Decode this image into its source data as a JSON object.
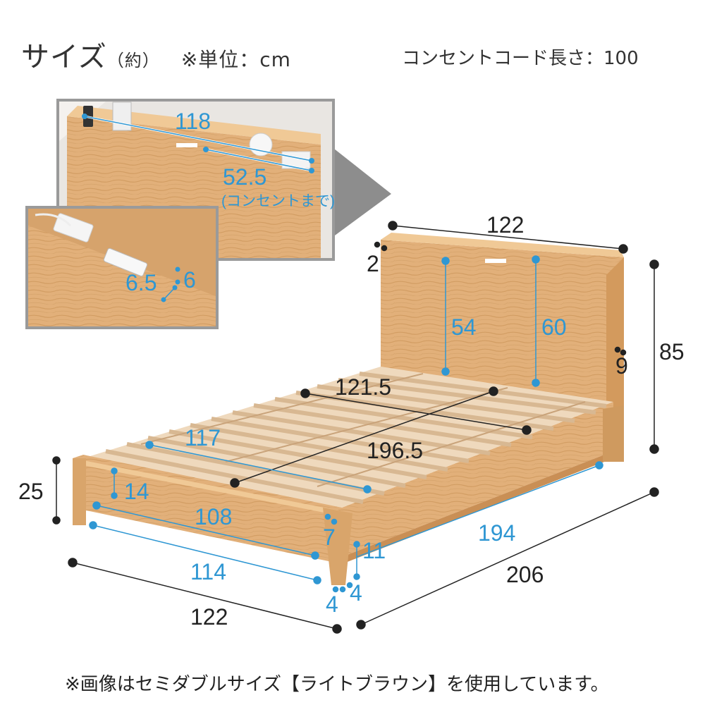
{
  "header": {
    "title": "サイズ",
    "title_sub": "（約）",
    "unit_note": "※単位：cm",
    "cord_length": "コンセントコード長さ：100"
  },
  "footer": {
    "note": "※画像はセミダブルサイズ【ライトブラウン】を使用しています。"
  },
  "dimensions": {
    "headboard_shelf_width": "118",
    "outlet_position": "52.5",
    "outlet_position_note": "(コンセントまで)",
    "slot_width": "6.5",
    "slot_depth": "6",
    "headboard_width": "122",
    "headboard_top_thickness": "2",
    "headboard_inner_height_a": "54",
    "headboard_inner_height_b": "60",
    "headboard_side": "9",
    "total_height": "85",
    "inner_width": "121.5",
    "inner_length": "196.5",
    "slat_width": "117",
    "side_rail_height": "14",
    "floor_height": "25",
    "foot_inner_width": "108",
    "leg_top": "7",
    "leg_height": "11",
    "under_length": "194",
    "foot_outer_width": "114",
    "total_length": "206",
    "leg_w1": "4",
    "leg_w2": "4",
    "total_width": "122"
  },
  "colors": {
    "wood": "#e2b07a",
    "wood_dark": "#c98f55",
    "slat": "#efd9bd",
    "accent_blue": "#2f97d3",
    "line_black": "#222222"
  }
}
